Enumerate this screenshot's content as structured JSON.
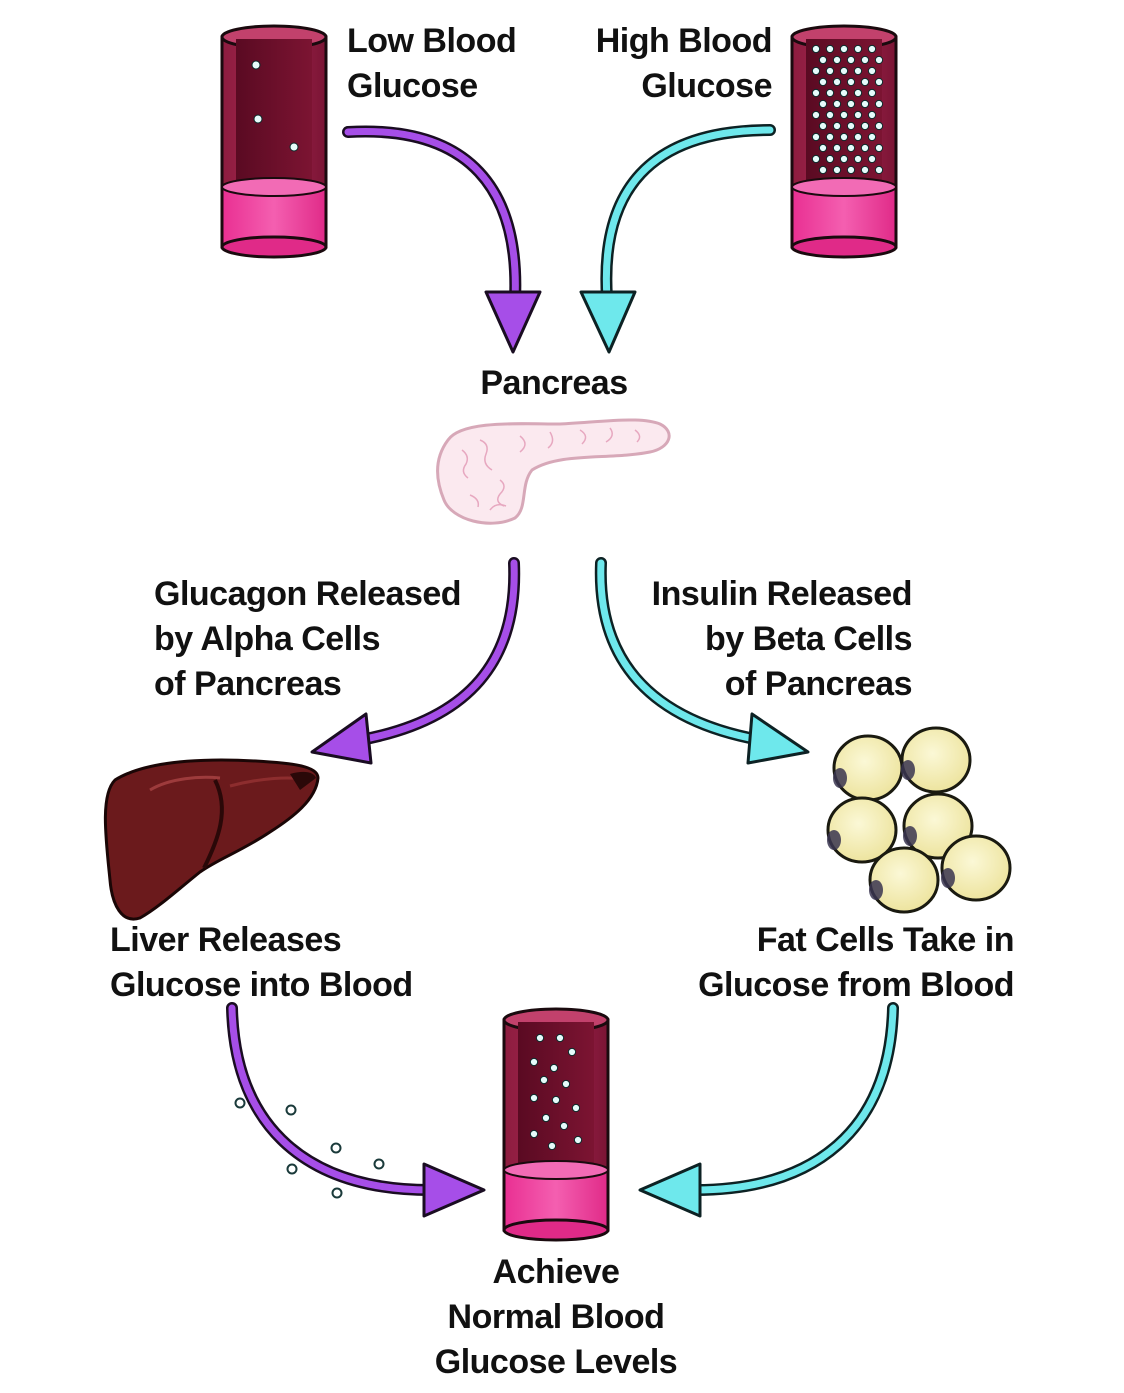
{
  "labels": {
    "low_glucose": [
      "Low Blood",
      "Glucose"
    ],
    "high_glucose": [
      "High Blood",
      "Glucose"
    ],
    "pancreas": "Pancreas",
    "glucagon": [
      "Glucagon Released",
      "by Alpha Cells",
      "of Pancreas"
    ],
    "insulin": [
      "Insulin Released",
      "by Beta Cells",
      "of Pancreas"
    ],
    "liver": [
      "Liver Releases",
      "Glucose into Blood"
    ],
    "fat": [
      "Fat Cells Take in",
      "Glucose from Blood"
    ],
    "normal": [
      "Achieve",
      "Normal Blood",
      "Glucose Levels"
    ]
  },
  "colors": {
    "glucagon_arrow": "#a64ee8",
    "insulin_arrow": "#6ee8ec",
    "vessel_wall": "#8b1a3c",
    "vessel_inner": "#6e0f2c",
    "vessel_base": "#ee3a9a",
    "liver": "#6b1a1c",
    "fat_cell": "#f7f1b5",
    "pancreas": "#fae8ee"
  }
}
